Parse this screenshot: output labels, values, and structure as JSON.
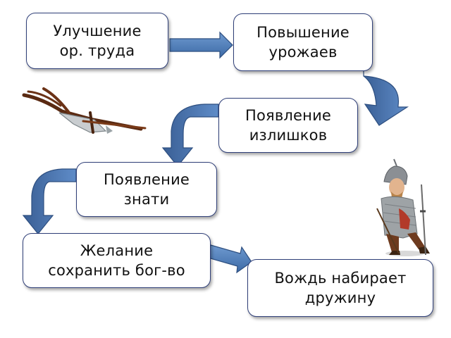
{
  "colors": {
    "box_border": "#2f3f78",
    "arrow_fill": "#4f81bd",
    "arrow_stroke": "#2e4f80"
  },
  "nodes": [
    {
      "id": "n1",
      "label": "Улучшение\nор. труда"
    },
    {
      "id": "n2",
      "label": "Повышение\nурожаев"
    },
    {
      "id": "n3",
      "label": "Появление\nизлишков"
    },
    {
      "id": "n4",
      "label": "Появление\nзнати"
    },
    {
      "id": "n5",
      "label": "Желание\nсохранить бог-во"
    },
    {
      "id": "n6",
      "label": "Вождь набирает\nдружину"
    }
  ],
  "edges": [
    {
      "from": "n1",
      "to": "n2"
    },
    {
      "from": "n2",
      "to": "n3"
    },
    {
      "from": "n3",
      "to": "n4"
    },
    {
      "from": "n4",
      "to": "n5"
    },
    {
      "from": "n5",
      "to": "n6"
    }
  ],
  "illustrations": [
    {
      "name": "plough",
      "icon": "plough-icon"
    },
    {
      "name": "warrior",
      "icon": "warrior-icon"
    }
  ]
}
